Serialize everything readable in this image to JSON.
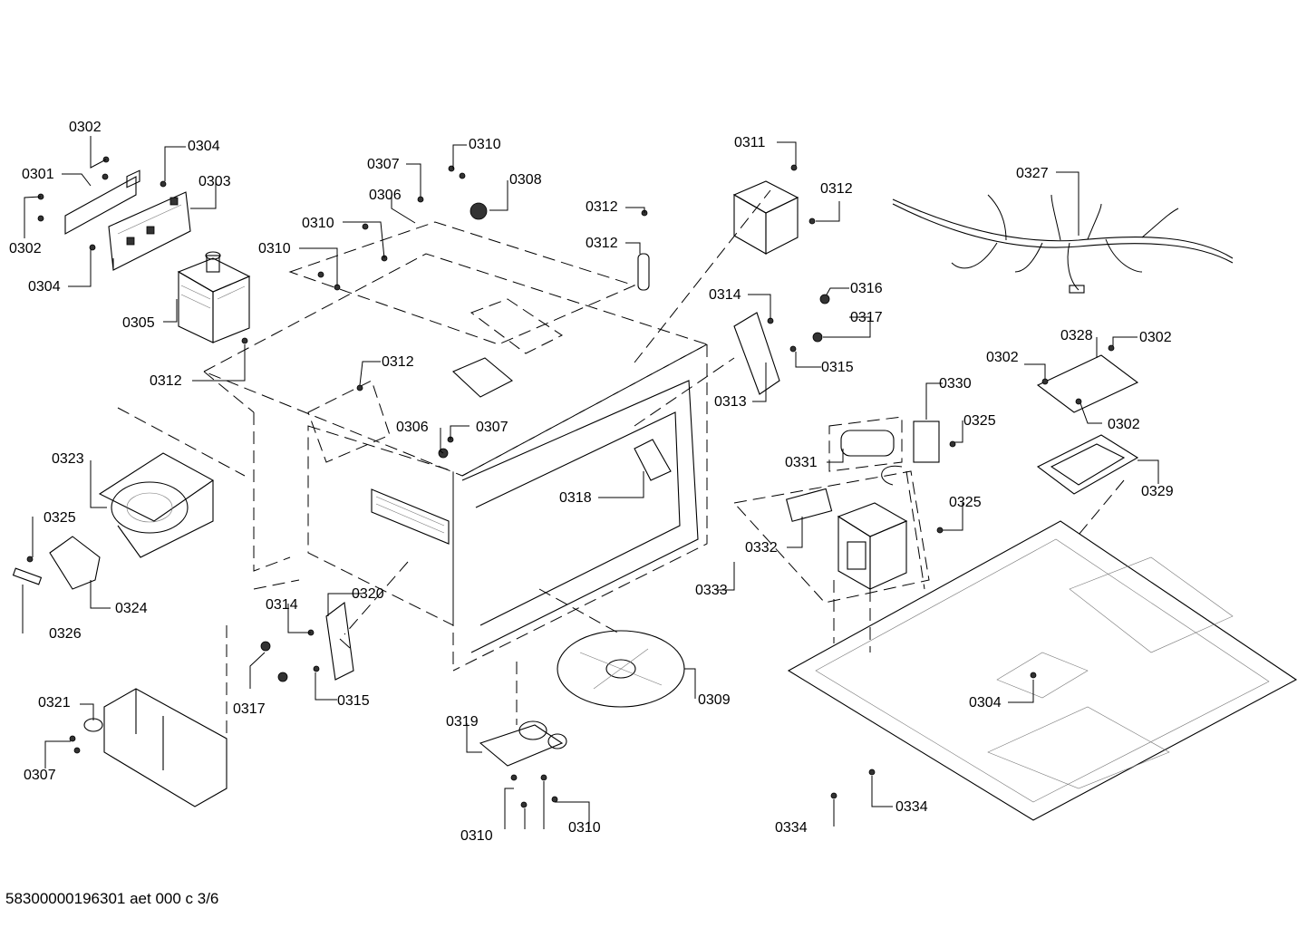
{
  "labels": {
    "l01": "0302",
    "l02": "0304",
    "l03": "0301",
    "l04": "0303",
    "l05": "0302",
    "l06": "0304",
    "l07": "0305",
    "l08": "0310",
    "l09": "0307",
    "l10": "0308",
    "l11": "0306",
    "l12": "0310",
    "l13": "0310",
    "l14": "0312",
    "l15": "0312",
    "l16": "0312",
    "l17": "0312",
    "l18": "0311",
    "l19": "0312",
    "l20": "0327",
    "l21": "0314",
    "l22": "0316",
    "l23": "0317",
    "l24": "0315",
    "l25": "0313",
    "l26": "0306",
    "l27": "0307",
    "l28": "0318",
    "l29": "0330",
    "l30": "0325",
    "l31": "0331",
    "l32": "0328",
    "l33": "0302",
    "l34": "0302",
    "l35": "0302",
    "l36": "0329",
    "l37": "0325",
    "l38": "0323",
    "l39": "0325",
    "l40": "0324",
    "l41": "0326",
    "l42": "0332",
    "l43": "0333",
    "l44": "0314",
    "l45": "0320",
    "l46": "0317",
    "l47": "0315",
    "l48": "0309",
    "l49": "0321",
    "l50": "0307",
    "l51": "0319",
    "l52": "0310",
    "l53": "0310",
    "l54": "0304",
    "l55": "0334",
    "l56": "0334"
  },
  "footer": "58300000196301 aet 000 c 3/6"
}
